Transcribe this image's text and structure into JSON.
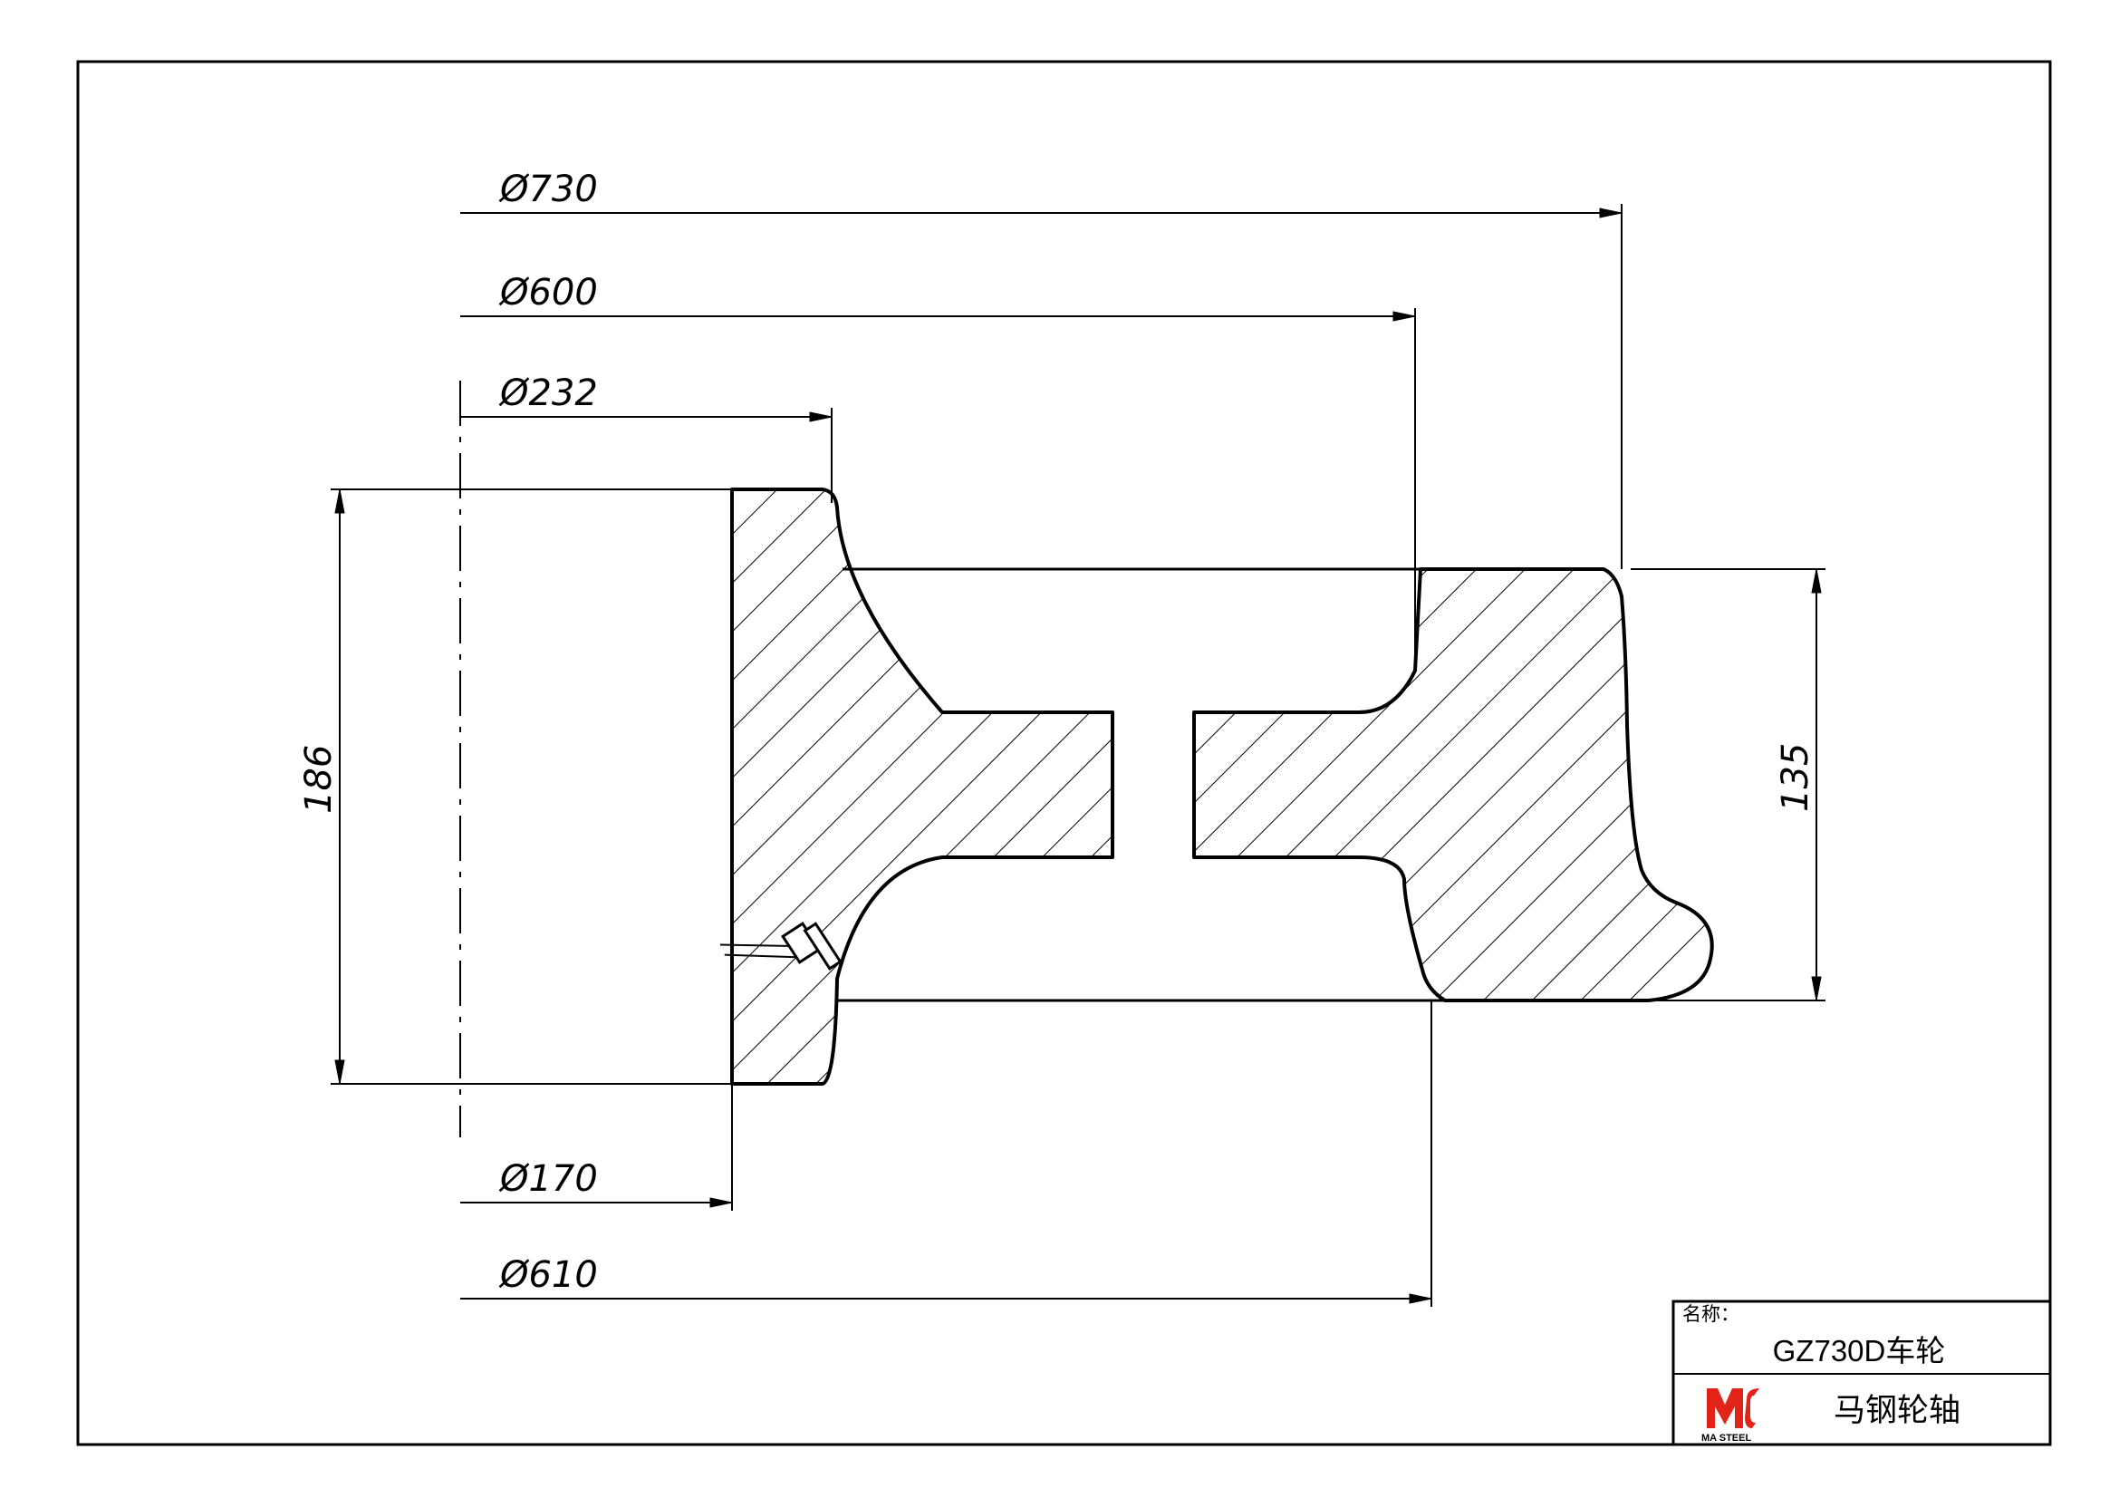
{
  "drawing": {
    "dimensions": {
      "dia_730": "Ø730",
      "dia_600": "Ø600",
      "dia_232": "Ø232",
      "dia_170": "Ø170",
      "dia_610": "Ø610",
      "height_186": "186",
      "height_135": "135"
    }
  },
  "title_block": {
    "name_label": "名称：",
    "part_name": "GZ730D车轮",
    "company": "马钢轮轴",
    "logo_text": "MA STEEL"
  },
  "colors": {
    "line": "#000000",
    "logo_red": "#e2231a"
  }
}
